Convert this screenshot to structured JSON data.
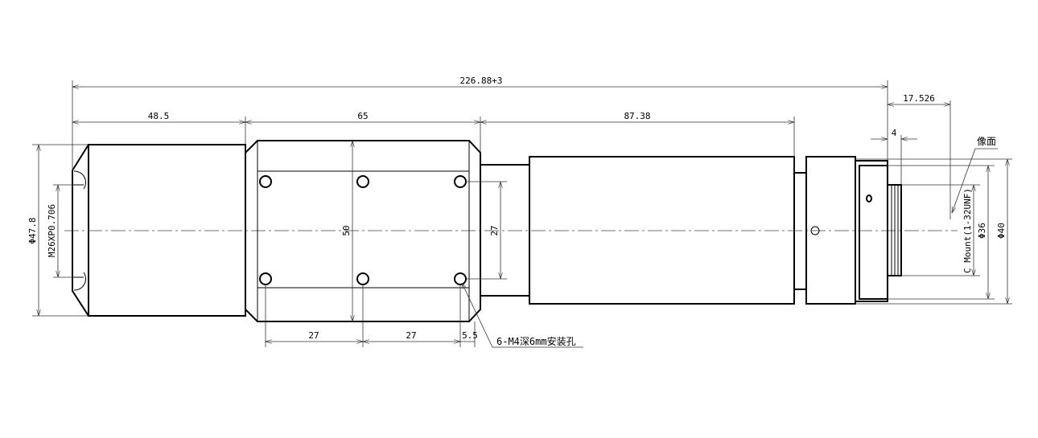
{
  "drawing": {
    "dimensions": {
      "overall_length": "226.88+3",
      "front_section": "48.5",
      "mount_block": "65",
      "tube_section": "87.38",
      "flange_back": "17.526",
      "thread_length": "4",
      "front_diameter": "Φ47.8",
      "front_thread": "M26XP0.706",
      "block_height": "50",
      "hole_vertical_spacing": "27",
      "hole_spacing_1": "27",
      "hole_spacing_2": "27",
      "hole_edge_offset": "5.5",
      "rear_diameter_36": "Φ36",
      "rear_diameter_40": "Φ40",
      "mount_thread": "C Mount(1-32UNF)"
    },
    "annotations": {
      "mount_holes": "6-M4深6mm安装孔",
      "image_plane": "像面"
    }
  }
}
